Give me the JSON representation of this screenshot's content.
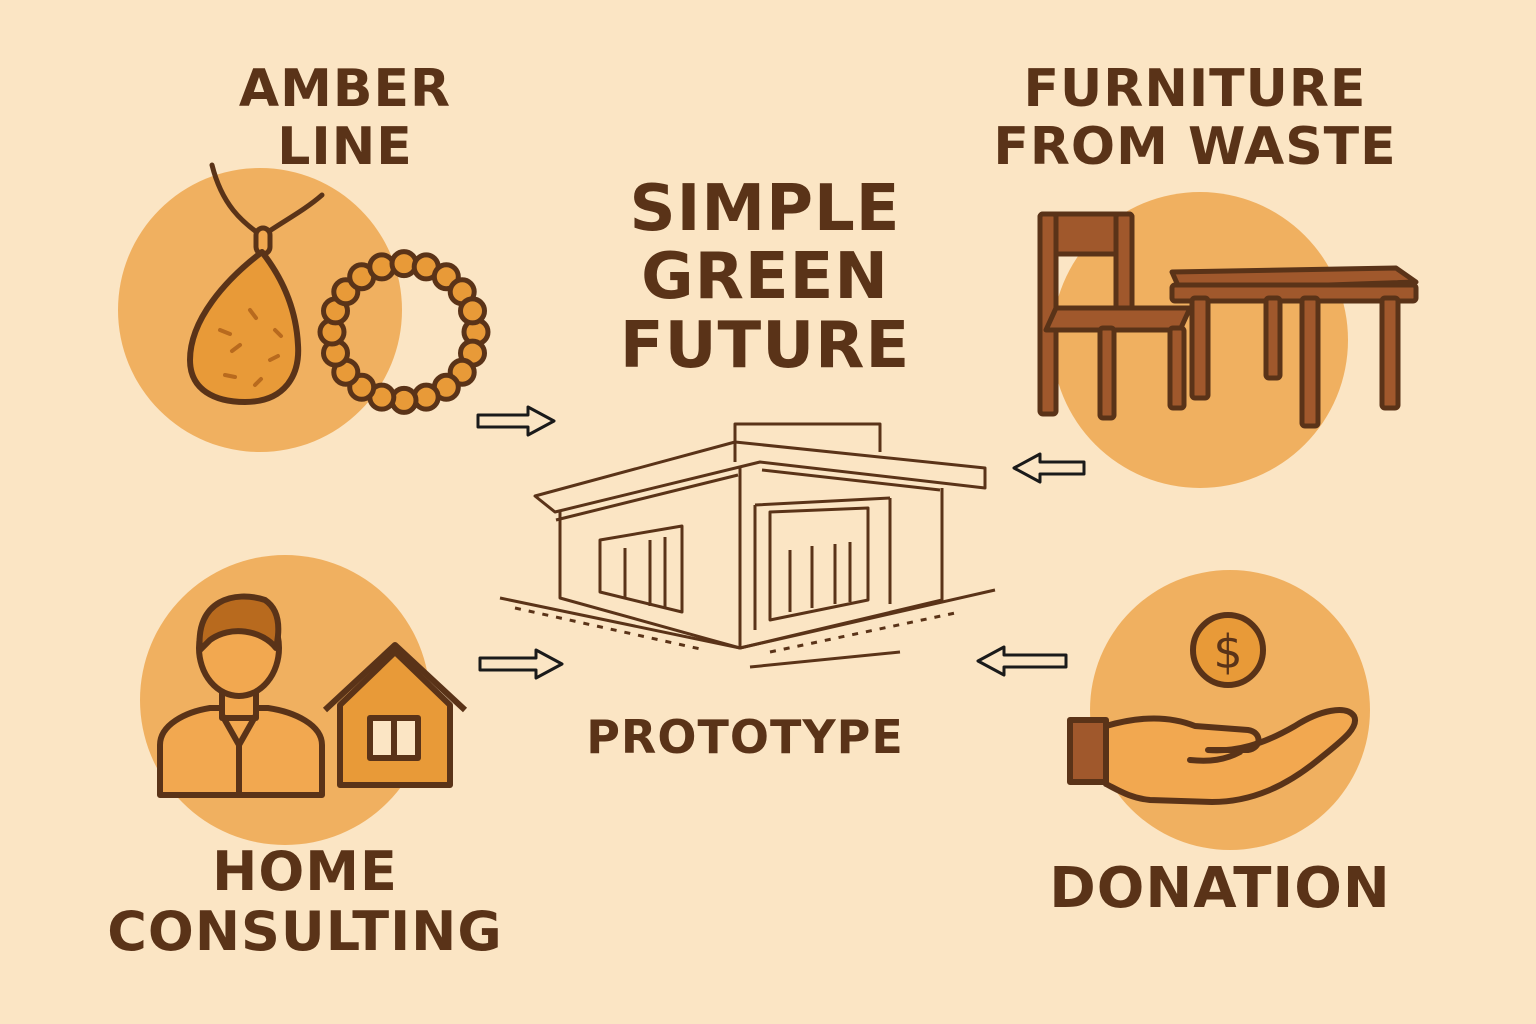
{
  "colors": {
    "background": "#fbe5c4",
    "circle": "#f0b060",
    "stroke": "#5a3318",
    "wood": "#a0582c",
    "amber": "#e89a38"
  },
  "title": {
    "lines": [
      "SIMPLE",
      "GREEN",
      "FUTURE"
    ]
  },
  "center_label": "PROTOTYPE",
  "nodes": {
    "amber_line": {
      "lines": [
        "AMBER",
        "LINE"
      ],
      "icon": "amber-jewelry-icon"
    },
    "furniture": {
      "lines": [
        "FURNITURE",
        "FROM WASTE"
      ],
      "icon": "chair-table-icon"
    },
    "home_consulting": {
      "lines": [
        "HOME",
        "CONSULTING"
      ],
      "icon": "person-house-icon"
    },
    "donation": {
      "lines": [
        "DONATION"
      ],
      "icon": "hand-coin-icon"
    }
  },
  "coin_symbol": "$"
}
